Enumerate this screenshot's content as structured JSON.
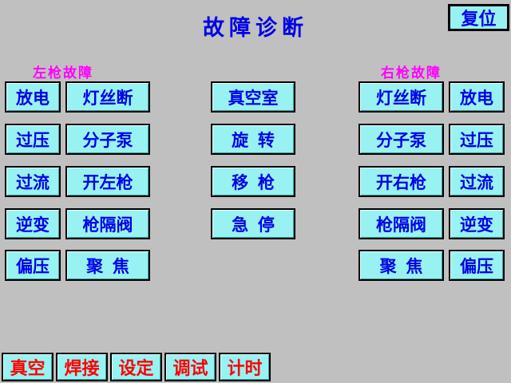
{
  "header": {
    "title": "故障诊断",
    "reset_label": "复位"
  },
  "left_faults": {
    "header": "左枪故障",
    "col1": [
      "放电",
      "过压",
      "过流",
      "逆变",
      "偏压"
    ],
    "col2": [
      "灯丝断",
      "分子泵",
      "开左枪",
      "枪隔阀",
      "聚  焦"
    ]
  },
  "center_faults": {
    "items": [
      "真空室",
      "旋  转",
      "移  枪",
      "急  停"
    ]
  },
  "right_faults": {
    "header": "右枪故障",
    "col1": [
      "灯丝断",
      "分子泵",
      "开右枪",
      "枪隔阀",
      "聚  焦"
    ],
    "col2": [
      "放电",
      "过压",
      "过流",
      "逆变",
      "偏压"
    ]
  },
  "bottom_nav": {
    "items": [
      "真空",
      "焊接",
      "设定",
      "调试",
      "计时"
    ]
  },
  "colors": {
    "background": "#c0c0c0",
    "lamp_background": "#98f2f2",
    "lamp_text": "#0000e6",
    "title_text": "#0000e6",
    "section_header_text": "#ff00ff",
    "nav_text": "#ff0000",
    "border": "#000000"
  }
}
